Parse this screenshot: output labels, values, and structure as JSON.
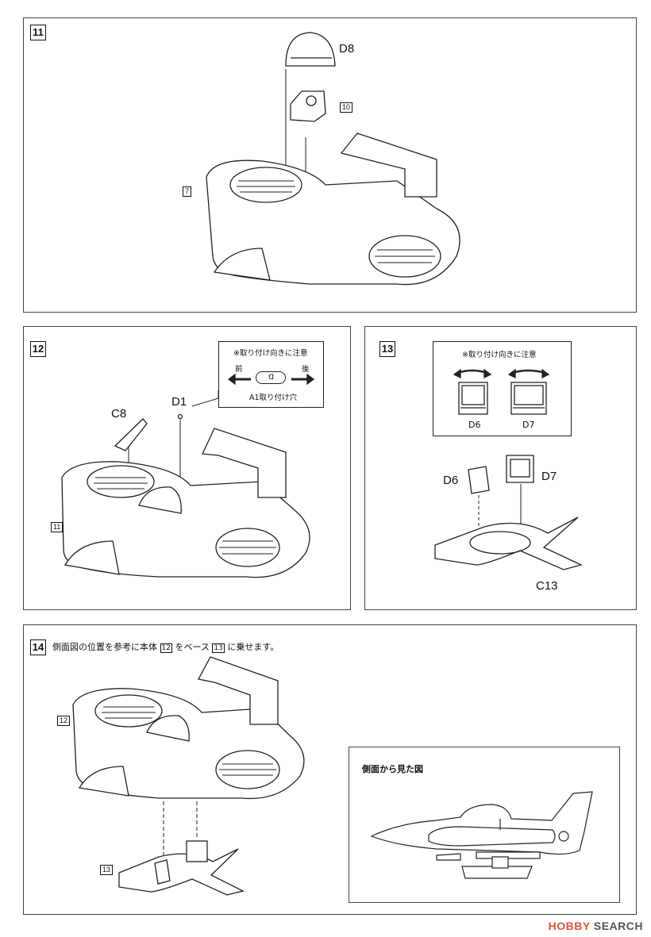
{
  "steps": {
    "s11": {
      "number": "11",
      "labels": {
        "d8": "D8",
        "ref10": "10",
        "ref7": "7"
      }
    },
    "s12": {
      "number": "12",
      "note_title": "※取り付け向きに注意",
      "front": "前",
      "rear": "後",
      "part_mark": "D",
      "hole_label": "A1取り付け穴",
      "labels": {
        "d1": "D1",
        "c8": "C8",
        "ref11": "11"
      }
    },
    "s13": {
      "number": "13",
      "note_title": "※取り付け向きに注意",
      "labels": {
        "d6_top": "D6",
        "d7_top": "D7",
        "d6": "D6",
        "d7": "D7",
        "c13": "C13"
      }
    },
    "s14": {
      "number": "14",
      "instr_a": "側面図の位置を参考に本体",
      "instr_ref1": "12",
      "instr_b": "をベース",
      "instr_ref2": "13",
      "instr_c": "に乗せます。",
      "labels": {
        "ref12": "12",
        "ref13": "13"
      },
      "side_view_title": "側面から見た図"
    }
  },
  "watermark": {
    "brand": "HOBBY",
    "rest": "SEARCH"
  }
}
